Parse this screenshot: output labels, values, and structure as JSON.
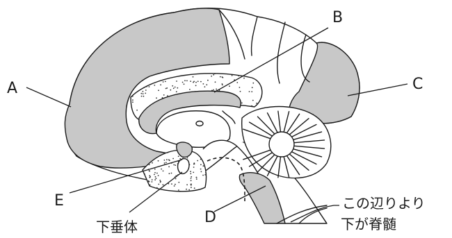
{
  "labels": {
    "A": "A",
    "B": "B",
    "C": "C",
    "D": "D",
    "E": "E",
    "pituitary": "下垂体",
    "note_line1": "この辺りより",
    "note_line2": "下が脊髄"
  },
  "colors": {
    "fill_gray": "#c8c8c8",
    "stroke": "#1a1a1a"
  }
}
